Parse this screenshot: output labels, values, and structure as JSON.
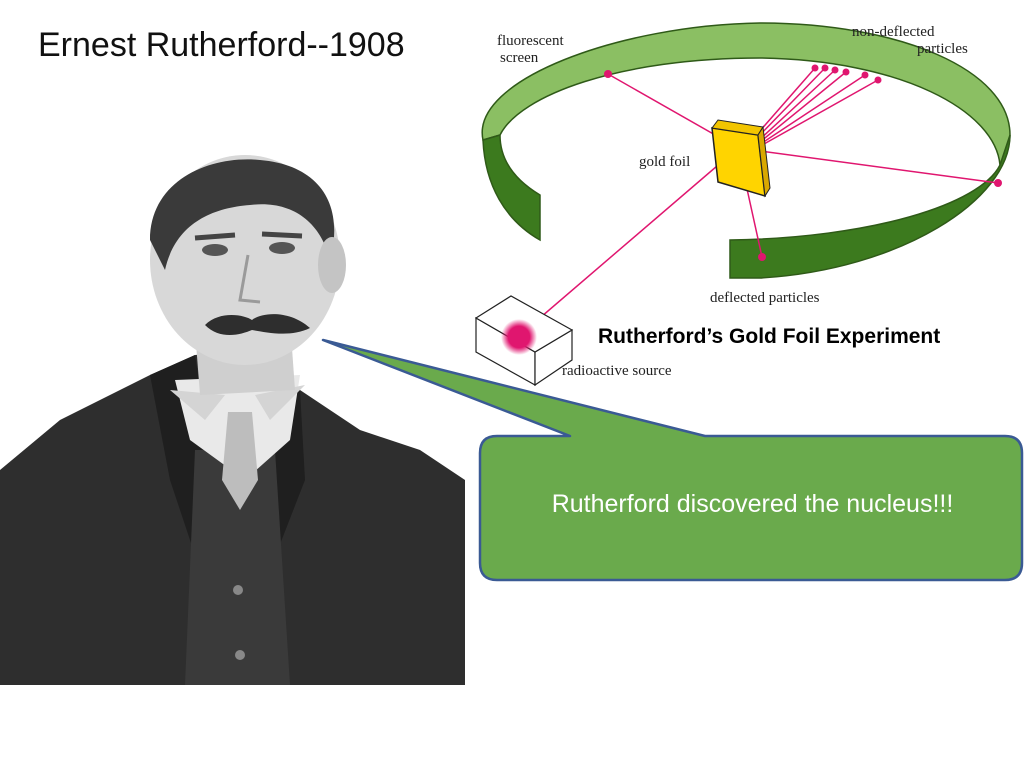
{
  "slide": {
    "title": "Ernest Rutherford--1908",
    "caption": "Rutherford’s Gold Foil Experiment",
    "callout_text": "Rutherford discovered the nucleus!!!"
  },
  "diagram": {
    "labels": {
      "fluorescent_screen_line1": "fluorescent",
      "fluorescent_screen_line2": "screen",
      "non_deflected_line1": "non-deflected",
      "non_deflected_line2": "particles",
      "gold_foil": "gold foil",
      "deflected": "deflected particles",
      "radioactive_source": "radioactive source"
    }
  },
  "colors": {
    "screen_top": "#8bbf63",
    "screen_side": "#3c7a1e",
    "gold_foil": "#ffd400",
    "particle": "#e0166f",
    "callout_fill": "#6aaa4c",
    "callout_border": "#3a5a94"
  }
}
